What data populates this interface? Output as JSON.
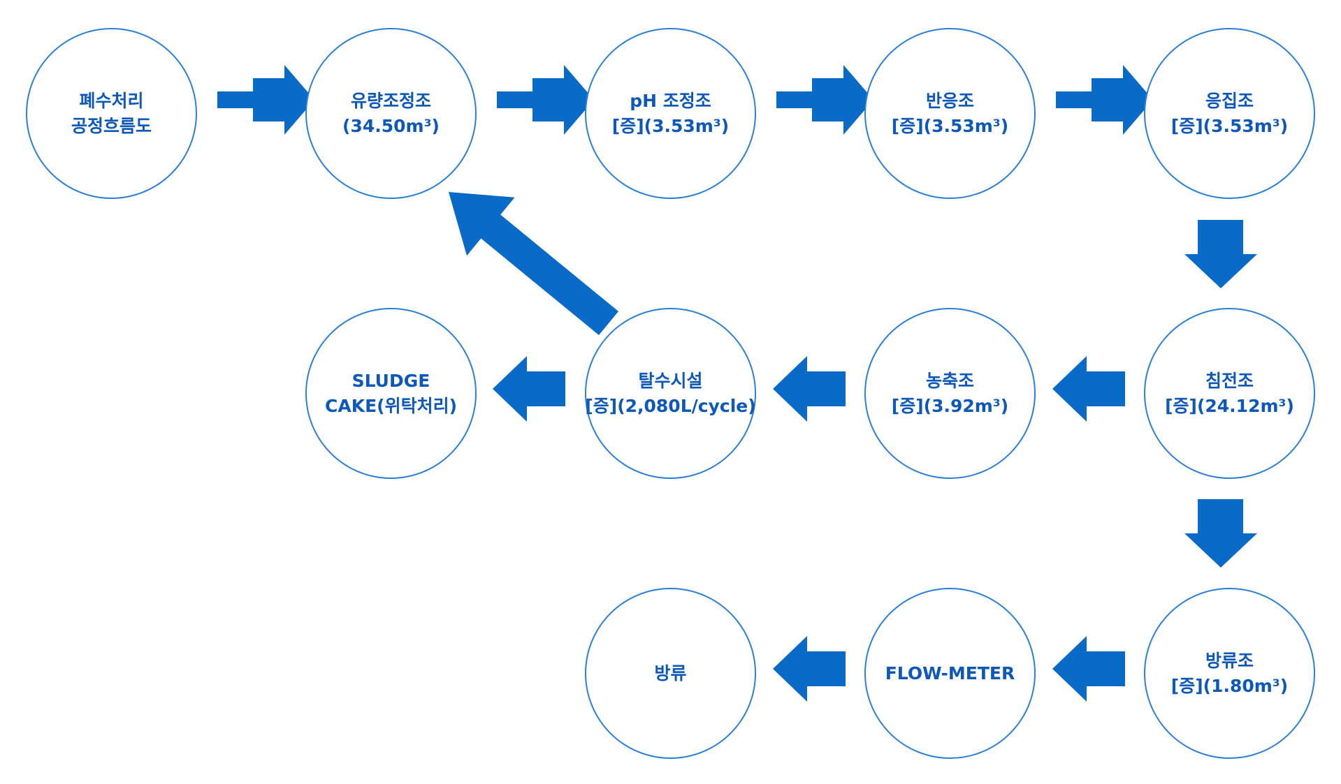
{
  "nodes": {
    "title": {
      "line1": "폐수처리",
      "line2": "공정흐름도"
    },
    "flow_equalization": {
      "line1": "유량조정조",
      "line2": "(34.50m³)"
    },
    "ph_adjustment": {
      "line1": "pH 조정조",
      "line2": "[증](3.53m³)"
    },
    "reaction": {
      "line1": "반응조",
      "line2": "[증](3.53m³)"
    },
    "coagulation": {
      "line1": "응집조",
      "line2": "[증](3.53m³)"
    },
    "sedimentation": {
      "line1": "침전조",
      "line2": "[증](24.12m³)"
    },
    "thickener": {
      "line1": "농축조",
      "line2": "[증](3.92m³)"
    },
    "dewatering": {
      "line1": "탈수시설",
      "line2": "[증](2,080L/cycle)"
    },
    "sludge_cake": {
      "line1": "SLUDGE",
      "line2": "CAKE(위탁처리)"
    },
    "discharge_tank": {
      "line1": "방류조",
      "line2": "[증](1.80m³)"
    },
    "flow_meter": {
      "line1": "FLOW-METER"
    },
    "discharge": {
      "line1": "방류"
    }
  },
  "colors": {
    "arrow": "#0a6ac8",
    "circle_border": "#2a7fd9",
    "text": "#0d58b8"
  }
}
